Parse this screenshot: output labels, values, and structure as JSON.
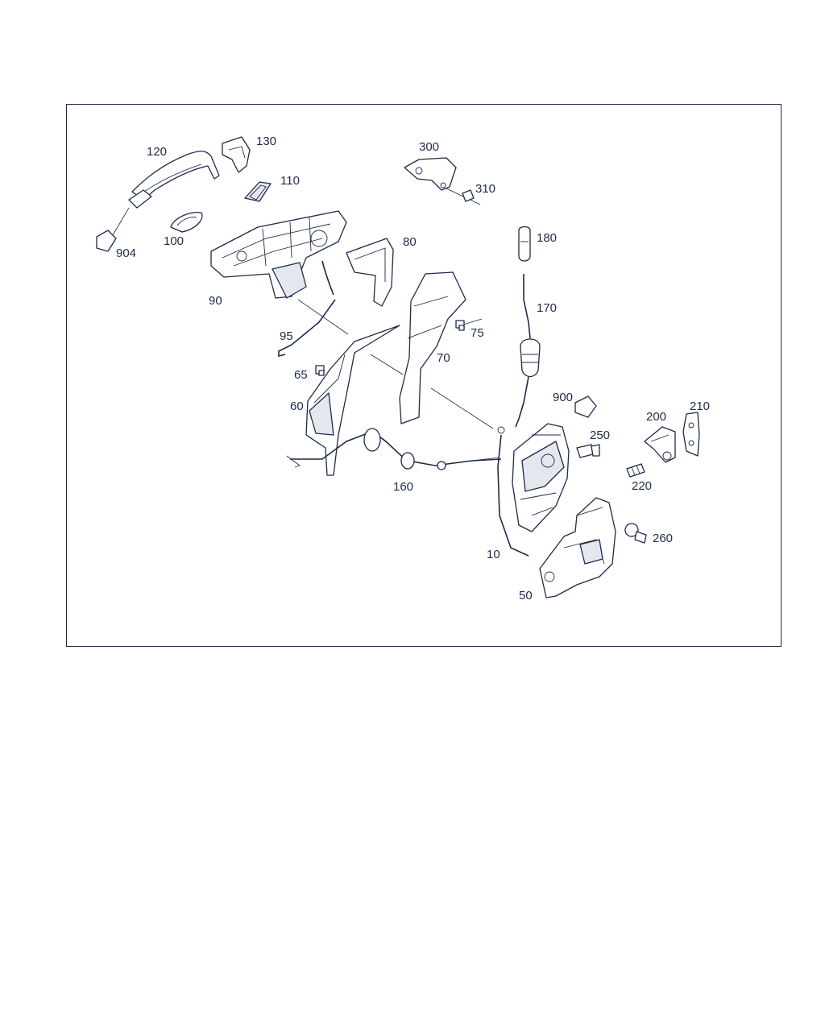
{
  "colors": {
    "ink": "#1e2a4a",
    "paper": "#ffffff"
  },
  "labels": {
    "p120": "120",
    "p130": "130",
    "p110": "110",
    "p100": "100",
    "p904": "904",
    "p90": "90",
    "p80": "80",
    "p95": "95",
    "p65": "65",
    "p60": "60",
    "p70": "70",
    "p75": "75",
    "p300": "300",
    "p310": "310",
    "p180": "180",
    "p170": "170",
    "p900": "900",
    "p250": "250",
    "p200": "200",
    "p210": "210",
    "p220": "220",
    "p160": "160",
    "p10": "10",
    "p260": "260",
    "p50": "50"
  }
}
